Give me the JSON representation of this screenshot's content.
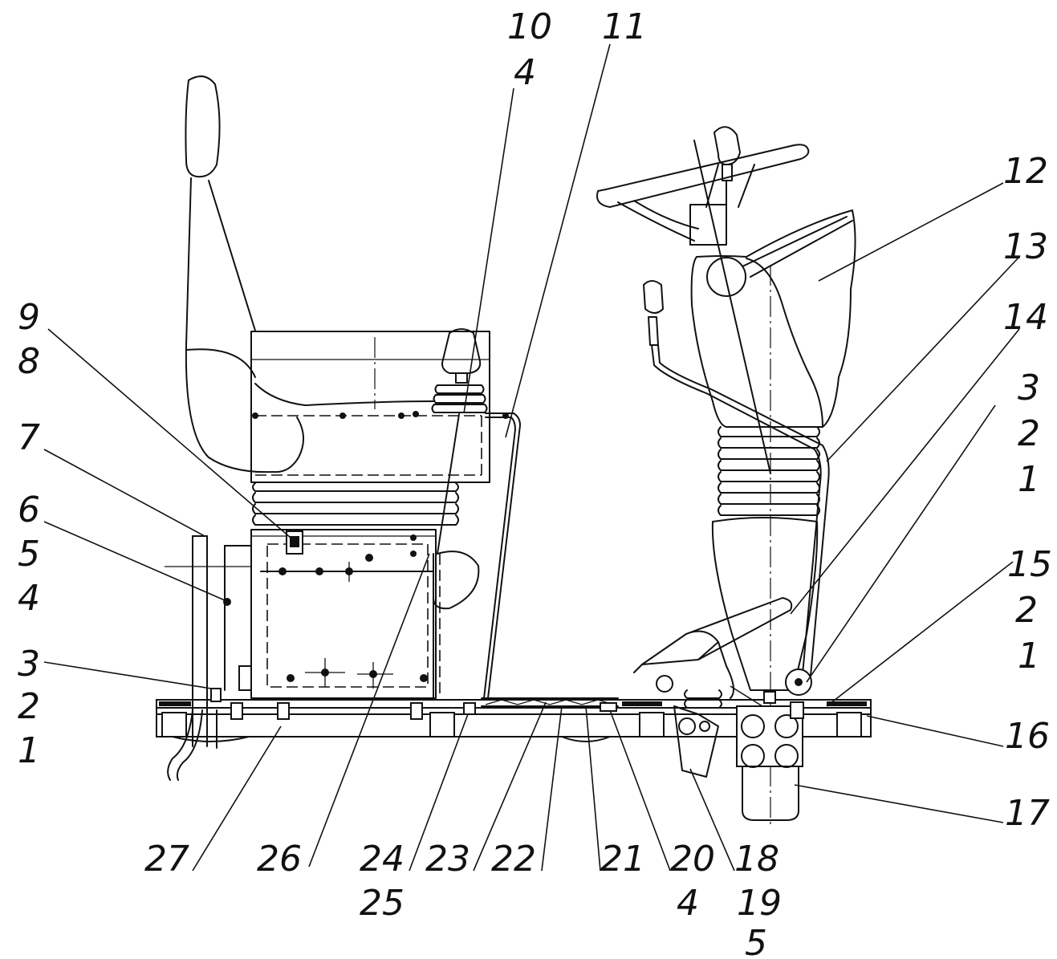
{
  "drawing": {
    "labels": [
      {
        "id": "10",
        "text": "10"
      },
      {
        "id": "4a",
        "text": "4"
      },
      {
        "id": "11",
        "text": "11"
      },
      {
        "id": "12",
        "text": "12"
      },
      {
        "id": "13",
        "text": "13"
      },
      {
        "id": "14",
        "text": "14"
      },
      {
        "id": "3r",
        "text": "3"
      },
      {
        "id": "2r",
        "text": "2"
      },
      {
        "id": "1r",
        "text": "1"
      },
      {
        "id": "15",
        "text": "15"
      },
      {
        "id": "2r2",
        "text": "2"
      },
      {
        "id": "1r2",
        "text": "1"
      },
      {
        "id": "16",
        "text": "16"
      },
      {
        "id": "17",
        "text": "17"
      },
      {
        "id": "9",
        "text": "9"
      },
      {
        "id": "8",
        "text": "8"
      },
      {
        "id": "7",
        "text": "7"
      },
      {
        "id": "6",
        "text": "6"
      },
      {
        "id": "5",
        "text": "5"
      },
      {
        "id": "4l",
        "text": "4"
      },
      {
        "id": "3l",
        "text": "3"
      },
      {
        "id": "2l",
        "text": "2"
      },
      {
        "id": "1l",
        "text": "1"
      },
      {
        "id": "27",
        "text": "27"
      },
      {
        "id": "26",
        "text": "26"
      },
      {
        "id": "24",
        "text": "24"
      },
      {
        "id": "25",
        "text": "25"
      },
      {
        "id": "23",
        "text": "23"
      },
      {
        "id": "22",
        "text": "22"
      },
      {
        "id": "21",
        "text": "21"
      },
      {
        "id": "20",
        "text": "20"
      },
      {
        "id": "4b",
        "text": "4"
      },
      {
        "id": "18",
        "text": "18"
      },
      {
        "id": "19",
        "text": "19"
      },
      {
        "id": "5b",
        "text": "5"
      }
    ]
  }
}
